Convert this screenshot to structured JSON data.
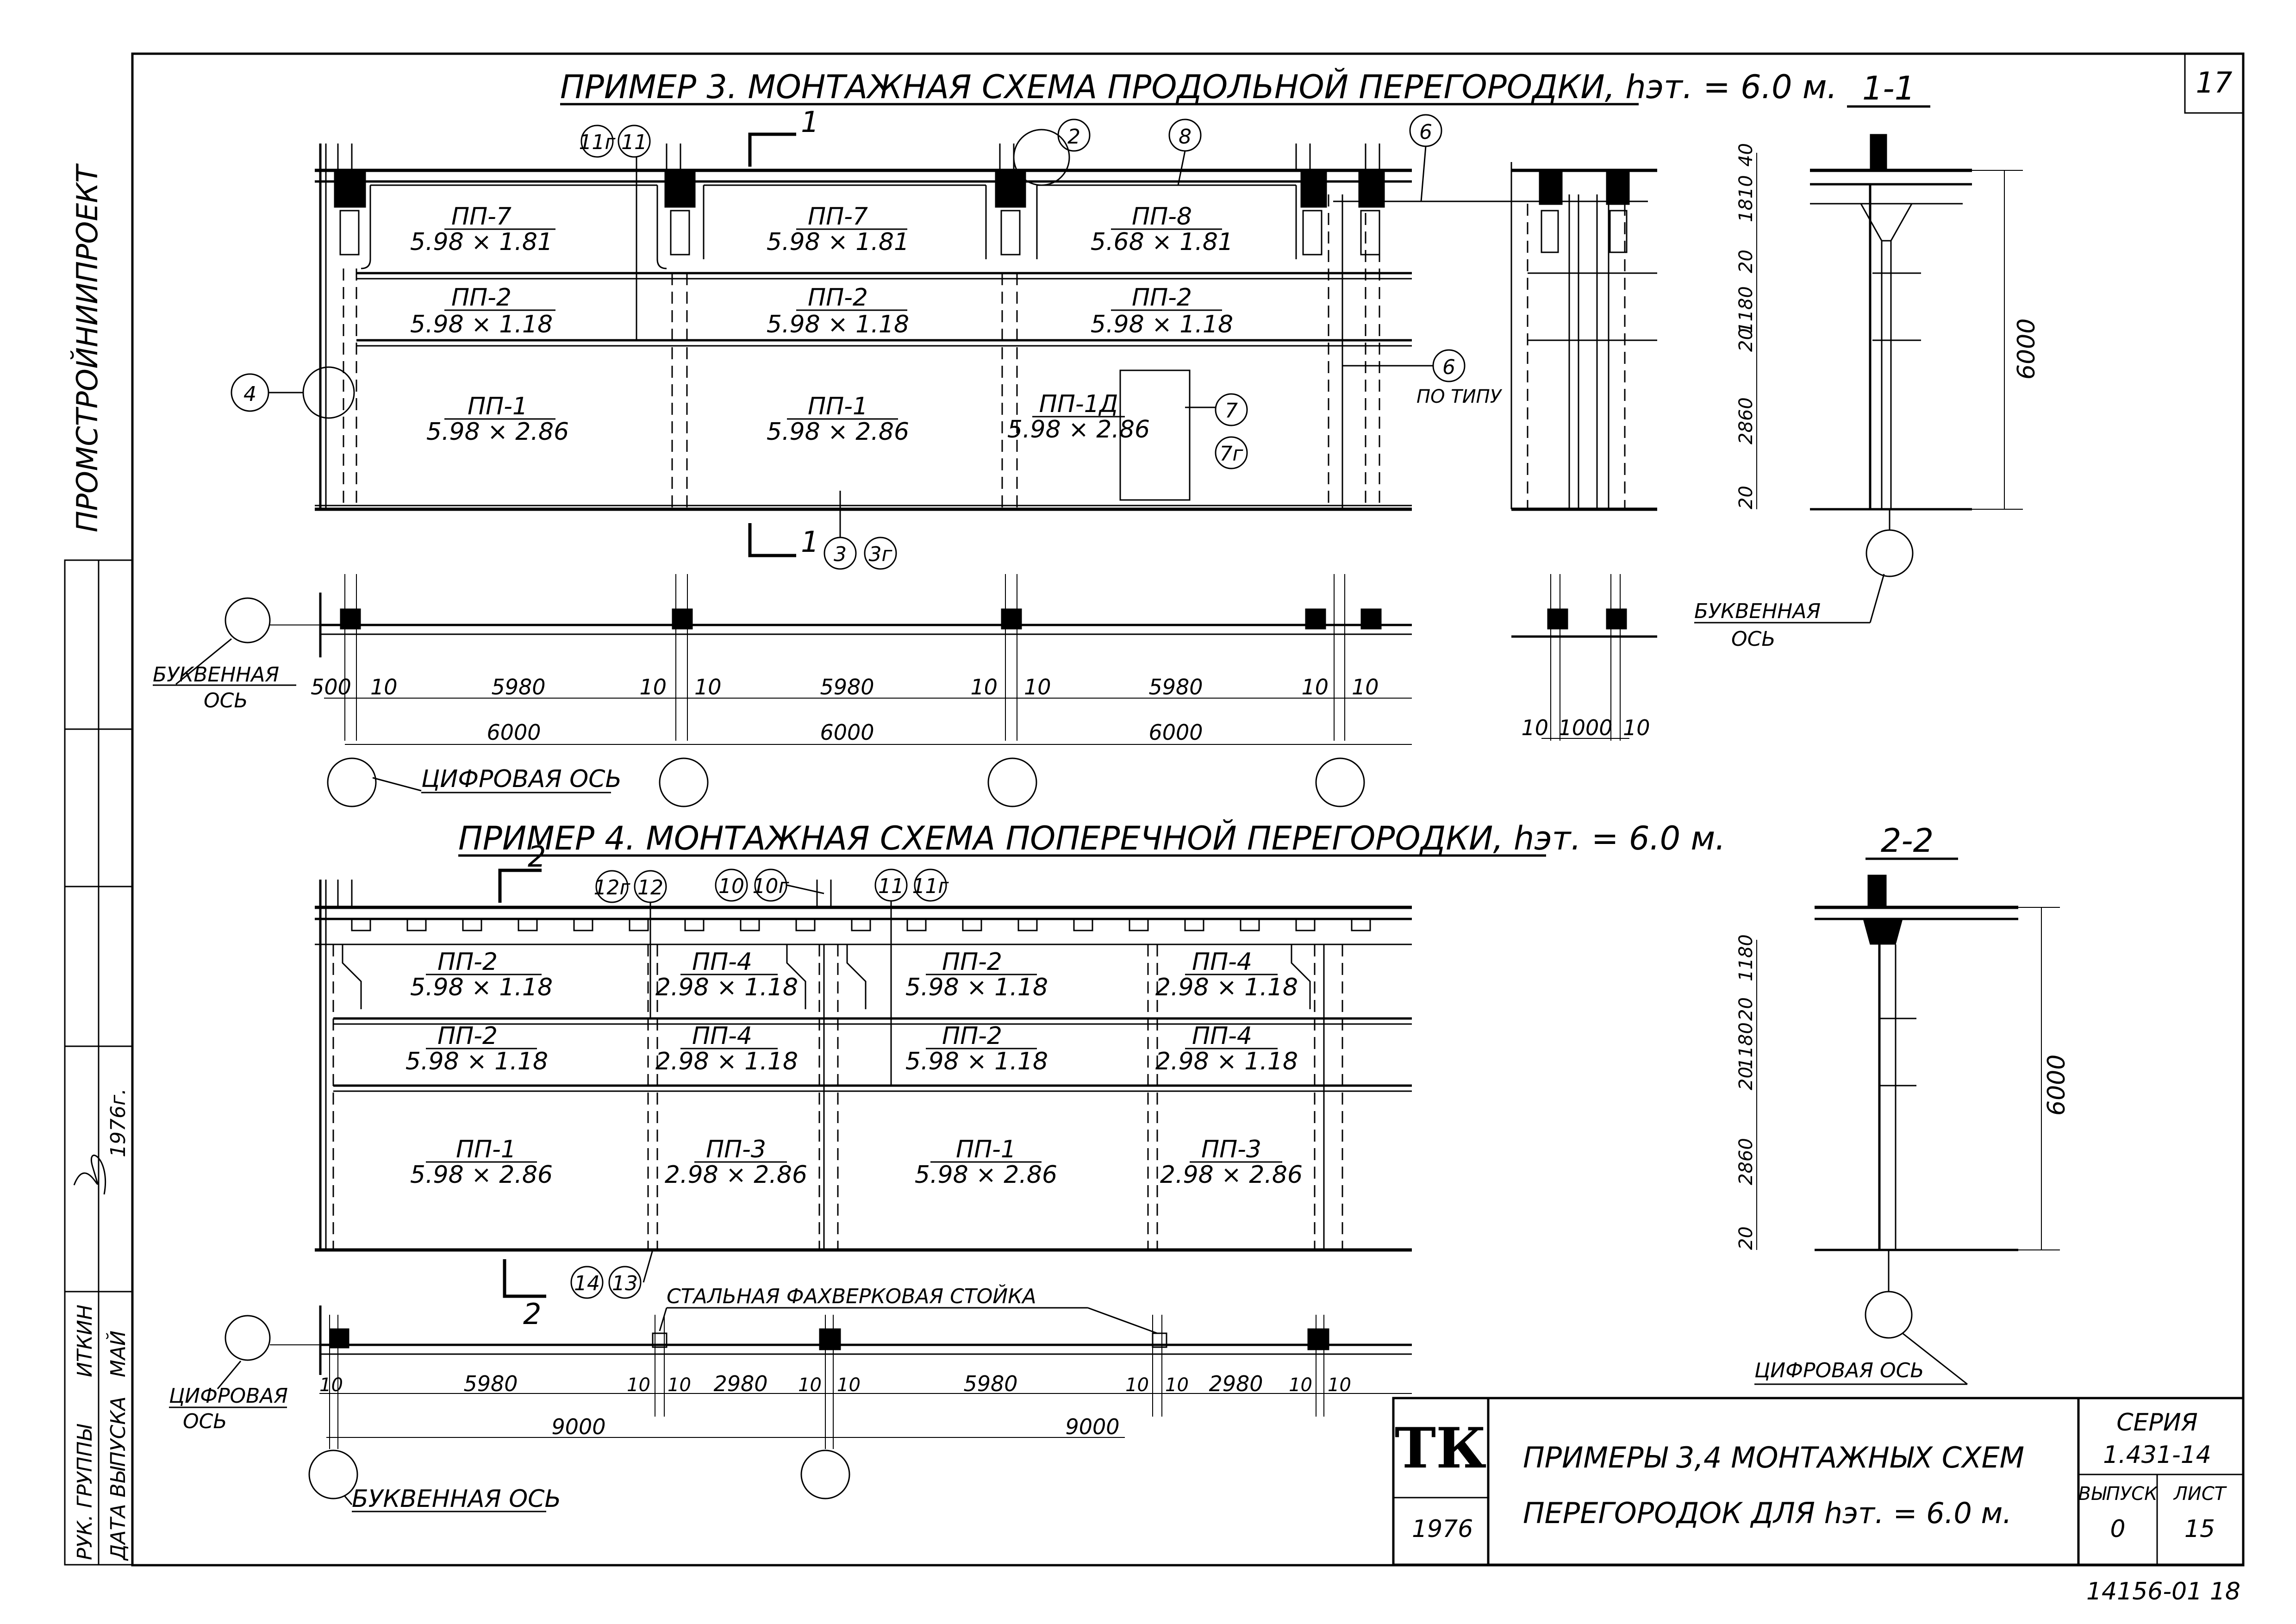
{
  "sheet": {
    "page_number": "17",
    "organization": "ПРОМСТРОЙНИИПРОЕКТ",
    "strip": {
      "role": "РУК. ГРУППЫ",
      "date_label": "ДАТА ВЫПУСКА",
      "name": "ИТКИН",
      "month": "МАЙ",
      "year": "1976г."
    }
  },
  "example3": {
    "title": "ПРИМЕР 3. МОНТАЖНАЯ СХЕМА ПРОДОЛЬНОЙ ПЕРЕГОРОДКИ, hэт. = 6.0 м.",
    "section_mark": "1",
    "by_type_note": "ПО ТИПУ",
    "callouts": [
      "11г",
      "11",
      "2",
      "8",
      "6",
      "6",
      "7",
      "7г",
      "4",
      "3",
      "3г"
    ],
    "panels": [
      {
        "mark": "ПП-7",
        "size": "5.98 × 1.81"
      },
      {
        "mark": "ПП-7",
        "size": "5.98 × 1.81"
      },
      {
        "mark": "ПП-8",
        "size": "5.68 × 1.81"
      },
      {
        "mark": "ПП-2",
        "size": "5.98 × 1.18"
      },
      {
        "mark": "ПП-2",
        "size": "5.98 × 1.18"
      },
      {
        "mark": "ПП-2",
        "size": "5.98 × 1.18"
      },
      {
        "mark": "ПП-1",
        "size": "5.98 × 2.86"
      },
      {
        "mark": "ПП-1",
        "size": "5.98 × 2.86"
      },
      {
        "mark": "ПП-1Д",
        "size": "5.98 × 2.86"
      }
    ],
    "plan": {
      "dims_top": [
        "500",
        "10",
        "5980",
        "10",
        "10",
        "5980",
        "10",
        "10",
        "5980",
        "10",
        "10"
      ],
      "dims_bottom": [
        "6000",
        "6000",
        "6000"
      ],
      "letter_axis_label": [
        "БУКВЕННАЯ",
        "ОСЬ"
      ],
      "digit_axis_label": "ЦИФРОВАЯ ОСЬ"
    }
  },
  "side_plan": {
    "dims": [
      "10",
      "1000",
      "10"
    ]
  },
  "example4": {
    "title": "ПРИМЕР 4. МОНТАЖНАЯ СХЕМА ПОПЕРЕЧНОЙ ПЕРЕГОРОДКИ, hэт. = 6.0 м.",
    "section_mark": "2",
    "callouts": [
      "12г",
      "12",
      "10",
      "10г",
      "11",
      "11г",
      "14",
      "13"
    ],
    "panels": [
      {
        "mark": "ПП-2",
        "size": "5.98 × 1.18"
      },
      {
        "mark": "ПП-4",
        "size": "2.98 × 1.18"
      },
      {
        "mark": "ПП-2",
        "size": "5.98 × 1.18"
      },
      {
        "mark": "ПП-4",
        "size": "2.98 × 1.18"
      },
      {
        "mark": "ПП-2",
        "size": "5.98 × 1.18"
      },
      {
        "mark": "ПП-4",
        "size": "2.98 × 1.18"
      },
      {
        "mark": "ПП-2",
        "size": "5.98 × 1.18"
      },
      {
        "mark": "ПП-4",
        "size": "2.98 × 1.18"
      },
      {
        "mark": "ПП-1",
        "size": "5.98 × 2.86"
      },
      {
        "mark": "ПП-3",
        "size": "2.98 × 2.86"
      },
      {
        "mark": "ПП-1",
        "size": "5.98 × 2.86"
      },
      {
        "mark": "ПП-3",
        "size": "2.98 × 2.86"
      }
    ],
    "plan": {
      "dims_top": [
        "10",
        "5980",
        "10",
        "10",
        "2980",
        "10",
        "10",
        "5980",
        "10",
        "10",
        "2980",
        "10",
        "10"
      ],
      "dims_bottom": [
        "9000",
        "9000"
      ],
      "steel_post_label": "СТАЛЬНАЯ ФАХВЕРКОВАЯ СТОЙКА",
      "digit_axis_label": [
        "ЦИФРОВАЯ",
        "ОСЬ"
      ],
      "letter_axis_label": "БУКВЕННАЯ ОСЬ"
    }
  },
  "sections": {
    "s1": {
      "title": "1-1",
      "dims": [
        "40",
        "1810",
        "20",
        "1180",
        "20",
        "2860",
        "20"
      ],
      "total": "6000",
      "axis_label": [
        "БУКВЕННАЯ",
        "ОСЬ"
      ]
    },
    "s2": {
      "title": "2-2",
      "dims": [
        "1180",
        "20",
        "1180",
        "20",
        "2860",
        "20"
      ],
      "total": "6000",
      "axis_label": "ЦИФРОВАЯ ОСЬ"
    }
  },
  "title_block": {
    "logo": "ТК",
    "year": "1976",
    "title_line1": "ПРИМЕРЫ 3,4 МОНТАЖНЫХ СХЕМ",
    "title_line2": "ПЕРЕГОРОДОК ДЛЯ hэт. = 6.0 м.",
    "series_label": "СЕРИЯ",
    "series_value": "1.431-14",
    "issue_label": "ВЫПУСК",
    "issue_value": "0",
    "sheet_label": "ЛИСТ",
    "sheet_value": "15",
    "archive_number": "14156-01 18"
  }
}
